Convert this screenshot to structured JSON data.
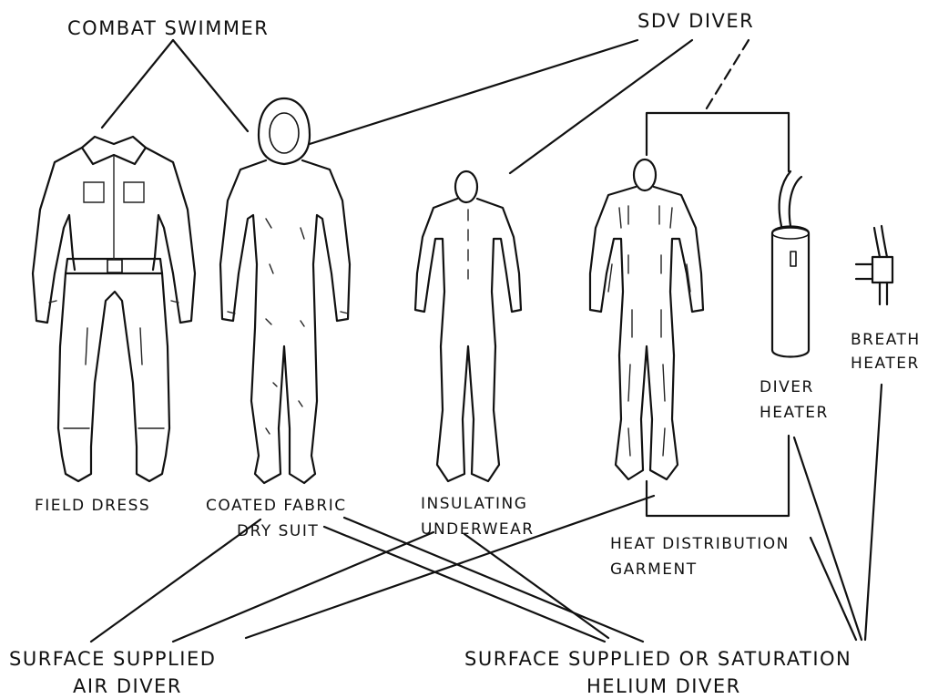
{
  "groups": {
    "combat_swimmer": "COMBAT SWIMMER",
    "sdv_diver": "SDV DIVER",
    "surface_air_line1": "SURFACE SUPPLIED",
    "surface_air_line2": "AIR DIVER",
    "surface_helium_line1": "SURFACE SUPPLIED OR SATURATION",
    "surface_helium_line2": "HELIUM DIVER"
  },
  "items": {
    "field_dress": "FIELD DRESS",
    "dry_suit_line1": "COATED FABRIC",
    "dry_suit_line2": "DRY SUIT",
    "underwear_line1": "INSULATING",
    "underwear_line2": "UNDERWEAR",
    "heat_garment_line1": "HEAT DISTRIBUTION",
    "heat_garment_line2": "GARMENT",
    "diver_heater_line1": "DIVER",
    "diver_heater_line2": "HEATER",
    "breath_heater_line1": "BREATH",
    "breath_heater_line2": "HEATER"
  },
  "colors": {
    "ink": "#111111",
    "background": "#ffffff"
  }
}
